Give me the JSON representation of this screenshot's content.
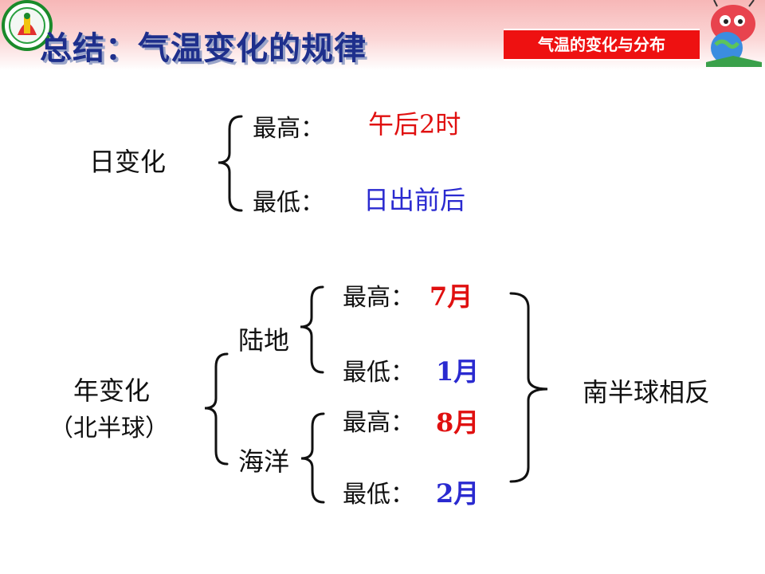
{
  "slide": {
    "title": "总结：气温变化的规律",
    "topic_badge": "气温的变化与分布",
    "colors": {
      "title": "#1e2f8c",
      "badge": "#ee1111",
      "max_value": "#e01010",
      "min_value": "#2a2ad0"
    }
  },
  "daily": {
    "label": "日变化",
    "max_label": "最高：",
    "max_value": "午后2时",
    "min_label": "最低：",
    "min_value": "日出前后"
  },
  "annual": {
    "label": "年变化",
    "sublabel": "（北半球）",
    "land": {
      "label": "陆地",
      "max_label": "最高：",
      "max_value": "7月",
      "min_label": "最低：",
      "min_value": "1月"
    },
    "ocean": {
      "label": "海洋",
      "max_label": "最高：",
      "max_value": "8月",
      "min_label": "最低：",
      "min_value": "2月"
    },
    "note": "南半球相反"
  },
  "icons": {
    "logo": "school-logo-icon",
    "mascot": "globe-mascot-icon"
  }
}
